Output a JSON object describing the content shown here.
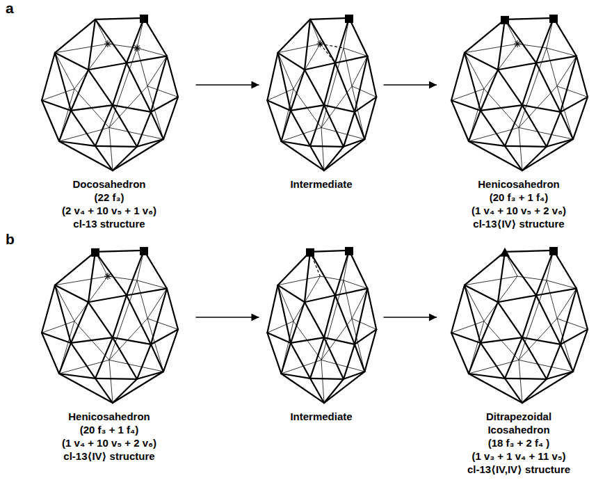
{
  "diagram": {
    "nodes": [
      {
        "text": [
          "Docosahedron",
          "(22 f₃)",
          "(2 v₄ + 10 v₅ + 1 v₆)",
          "cl-13 structure"
        ]
      },
      {
        "text": [
          "Intermediate"
        ]
      },
      {
        "text": [
          "Henicosahedron",
          "(20 f₃ + 1 f₄)",
          "(1 v₄ + 10 v₅ + 2 v₆)",
          "cl-13⟨IV⟩ structure"
        ]
      },
      {
        "text": [
          "Henicosahedron",
          "(20 f₃ + 1 f₄)",
          "(1 v₄ + 10 v₅ + 2 v₆)",
          "cl-13⟨IV⟩ structure"
        ]
      },
      {
        "text": [
          "Intermediate"
        ]
      },
      {
        "text": [
          "Ditrapezoidal Icosahedron",
          "(18 f₃ + 2 f₄ )",
          "(1 v₃ + 1 v₄ + 11 v₅)",
          "cl-13⟨IV,IV⟩ structure"
        ]
      }
    ],
    "edges": [
      {
        "from": 0,
        "to": 1,
        "arrow": "to"
      },
      {
        "from": 1,
        "to": 2,
        "arrow": "to"
      },
      {
        "from": 3,
        "to": 4,
        "arrow": "to"
      },
      {
        "from": 4,
        "to": 5,
        "arrow": "to"
      }
    ],
    "labels": [
      "a",
      "b"
    ]
  }
}
